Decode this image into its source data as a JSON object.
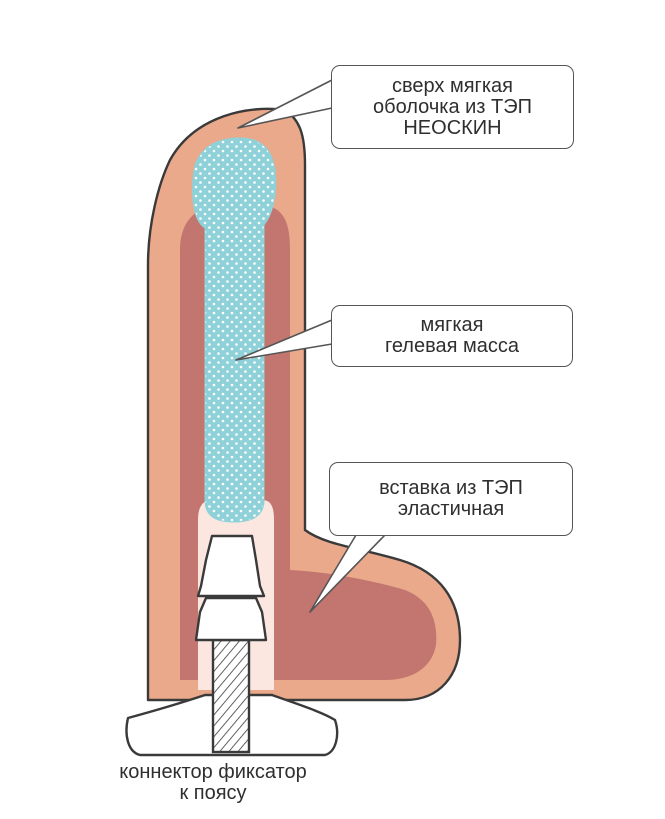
{
  "labels": {
    "outer_shell": {
      "lines": [
        "сверх мягкая",
        "оболочка из ТЭП",
        "НЕОСКИН"
      ]
    },
    "gel_core": {
      "lines": [
        "мягкая",
        "гелевая масса"
      ]
    },
    "elastic_insert": {
      "lines": [
        "вставка из ТЭП",
        "эластичная"
      ]
    },
    "connector": {
      "lines": [
        "коннектор фиксатор",
        "к поясу"
      ]
    }
  },
  "colors": {
    "outer_shell": "#eaa98a",
    "inner_insert": "#c2766f",
    "gel": "#8fd1d8",
    "gel_dots": "#ffffff",
    "inner_cavity": "#fbe7e0",
    "outline": "#3a3a3a",
    "callout_border": "#555555",
    "text": "#2f2f2f"
  },
  "icons": {
    "connector_post": "striped-rod-icon",
    "connector_base": "suction-base-icon"
  }
}
